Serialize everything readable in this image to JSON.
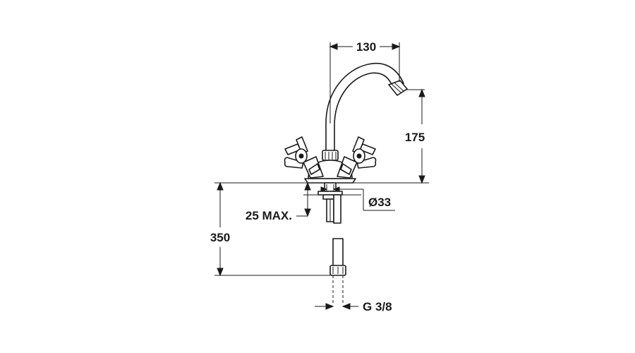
{
  "diagram": {
    "dimensions": {
      "spout_reach": "130",
      "spout_height": "175",
      "hole_diameter": "Ø33",
      "max_deck_thickness": "25 MAX.",
      "hose_length": "350",
      "connection_thread": "G 3/8"
    },
    "colors": {
      "line": "#1a1a1a",
      "background": "#ffffff"
    }
  }
}
